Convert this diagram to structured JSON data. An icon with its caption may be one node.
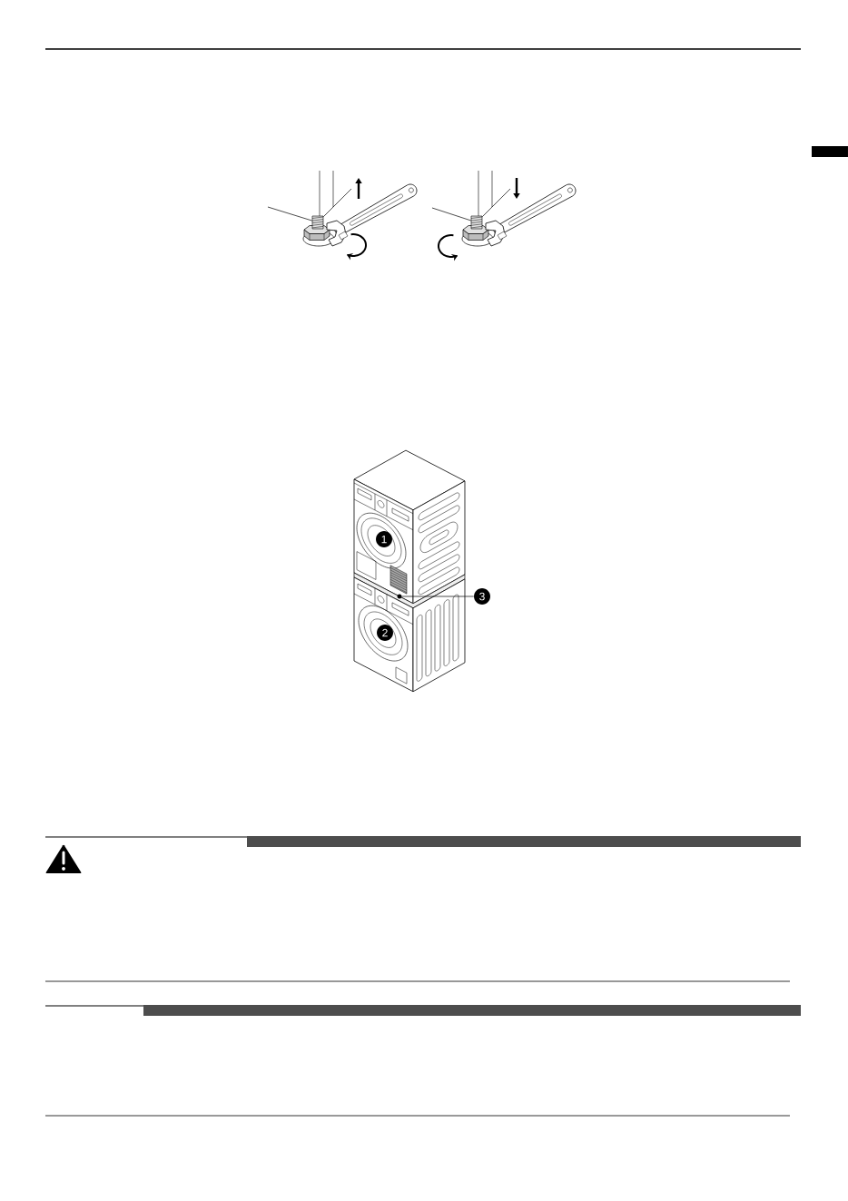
{
  "diagram": {
    "nodes": [
      {
        "text": [],
        "shape": "picture"
      },
      {
        "text": [],
        "shape": "picture"
      },
      {
        "text": [
          "1"
        ]
      },
      {
        "text": [
          "3"
        ]
      },
      {
        "text": [],
        "shape": "circle"
      },
      {
        "text": [
          "2"
        ]
      }
    ],
    "edges": [
      {
        "from": null,
        "to": 0,
        "arrow": "none"
      },
      {
        "from": null,
        "to": 0,
        "arrow": "none"
      },
      {
        "from": null,
        "to": 1,
        "arrow": "none"
      },
      {
        "from": null,
        "to": 1,
        "arrow": "none"
      },
      {
        "from": 3,
        "to": 4,
        "arrow": "none"
      }
    ]
  }
}
